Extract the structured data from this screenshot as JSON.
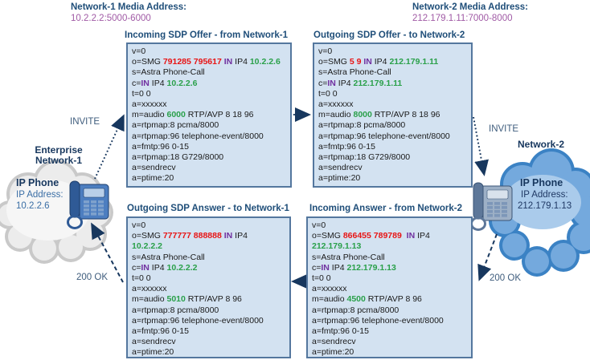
{
  "colors": {
    "red": "#e81414",
    "green": "#2aa04a",
    "purple": "#7030a0",
    "body": "#1a1a1a"
  },
  "media_annotations": [
    {
      "id": "network1",
      "title": "Network-1 Media Address:",
      "address": "10.2.2.2:5000-6000"
    },
    {
      "id": "network2",
      "title": "Network-2 Media Address:",
      "address": "212.179.1.11:7000-8000"
    }
  ],
  "clouds": {
    "left": {
      "region_label_line1": "Enterprise",
      "region_label_line2": "Network-1",
      "device": "IP Phone",
      "address_label": "IP Address:",
      "ip": "10.2.2.6"
    },
    "right": {
      "region_label_line1": "Network-2",
      "device": "IP Phone",
      "address_label": "IP Address:",
      "ip": "212.179.1.13"
    }
  },
  "arrow_labels": {
    "invite_left": "INVITE",
    "invite_right": "INVITE",
    "ok_left": "200 OK",
    "ok_right": "200 OK"
  },
  "boxes": [
    {
      "heading": "Incoming SDP Offer - from Network-1",
      "lines": [
        [
          "v=0"
        ],
        [
          "o=SMG ",
          {
            "t": "791285 795617",
            "c": "red"
          },
          " ",
          {
            "t": "IN",
            "c": "purple"
          },
          " IP4 ",
          {
            "t": "10.2.2.6",
            "c": "green"
          }
        ],
        [
          "s=Astra Phone-Call"
        ],
        [
          "c=",
          {
            "t": "IN",
            "c": "purple"
          },
          " IP4 ",
          {
            "t": "10.2.2.6",
            "c": "green"
          }
        ],
        [
          "t=0 0"
        ],
        [
          "a=xxxxxx"
        ],
        [
          "m=audio ",
          {
            "t": "6000",
            "c": "green"
          },
          " RTP/AVP 8 18 96"
        ],
        [
          "a=rtpmap:8 pcma/8000"
        ],
        [
          "a=rtpmap:96 telephone-event/8000"
        ],
        [
          "a=fmtp:96 0-15"
        ],
        [
          "a=rtpmap:18 G729/8000"
        ],
        [
          "a=sendrecv"
        ],
        [
          "a=ptime:20"
        ]
      ]
    },
    {
      "heading": "Outgoing SDP Offer - to Network-2",
      "lines": [
        [
          "v=0"
        ],
        [
          "o=SMG ",
          {
            "t": "5 9",
            "c": "red"
          },
          " ",
          {
            "t": "IN",
            "c": "purple"
          },
          " IP4 ",
          {
            "t": "212.179.1.11",
            "c": "green"
          }
        ],
        [
          "s=Astra Phone-Call"
        ],
        [
          "c=",
          {
            "t": "IN",
            "c": "purple"
          },
          " IP4 ",
          {
            "t": "212.179.1.11",
            "c": "green"
          }
        ],
        [
          "t=0 0"
        ],
        [
          "a=xxxxxx"
        ],
        [
          "m=audio ",
          {
            "t": "8000",
            "c": "green"
          },
          " RTP/AVP 8 18 96"
        ],
        [
          "a=rtpmap:8 pcma/8000"
        ],
        [
          "a=rtpmap:96 telephone-event/8000"
        ],
        [
          "a=fmtp:96 0-15"
        ],
        [
          "a=rtpmap:18 G729/8000"
        ],
        [
          "a=sendrecv"
        ],
        [
          "a=ptime:20"
        ]
      ]
    },
    {
      "heading": "Outgoing SDP Answer - to Network-1",
      "lines": [
        [
          "v=0"
        ],
        [
          "o=SMG ",
          {
            "t": "777777 888888",
            "c": "red"
          },
          " ",
          {
            "t": "IN",
            "c": "purple"
          },
          " IP4"
        ],
        [
          {
            "t": "10.2.2.2",
            "c": "green"
          }
        ],
        [
          "s=Astra Phone-Call"
        ],
        [
          "c=",
          {
            "t": "IN",
            "c": "purple"
          },
          " IP4 ",
          {
            "t": "10.2.2.2",
            "c": "green"
          }
        ],
        [
          "t=0 0"
        ],
        [
          "a=xxxxxx"
        ],
        [
          "m=audio ",
          {
            "t": "5010",
            "c": "green"
          },
          " RTP/AVP 8 96"
        ],
        [
          "a=rtpmap:8 pcma/8000"
        ],
        [
          "a=rtpmap:96 telephone-event/8000"
        ],
        [
          "a=fmtp:96 0-15"
        ],
        [
          "a=sendrecv"
        ],
        [
          "a=ptime:20"
        ]
      ]
    },
    {
      "heading": "Incoming Answer - from Network-2",
      "lines": [
        [
          "v=0"
        ],
        [
          "o=SMG ",
          {
            "t": "866455 789789",
            "c": "red"
          },
          "  ",
          {
            "t": "IN",
            "c": "purple"
          },
          " IP4"
        ],
        [
          {
            "t": "212.179.1.13",
            "c": "green"
          }
        ],
        [
          "s=Astra Phone-Call"
        ],
        [
          "c=",
          {
            "t": "IN",
            "c": "purple"
          },
          " IP4 ",
          {
            "t": "212.179.1.13",
            "c": "green"
          }
        ],
        [
          "t=0 0"
        ],
        [
          "a=xxxxxx"
        ],
        [
          "m=audio ",
          {
            "t": "4500",
            "c": "green"
          },
          " RTP/AVP 8 96"
        ],
        [
          "a=rtpmap:8 pcma/8000"
        ],
        [
          "a=rtpmap:96 telephone-event/8000"
        ],
        [
          "a=fmtp:96 0-15"
        ],
        [
          "a=sendrecv"
        ],
        [
          "a=ptime:20"
        ]
      ]
    }
  ]
}
